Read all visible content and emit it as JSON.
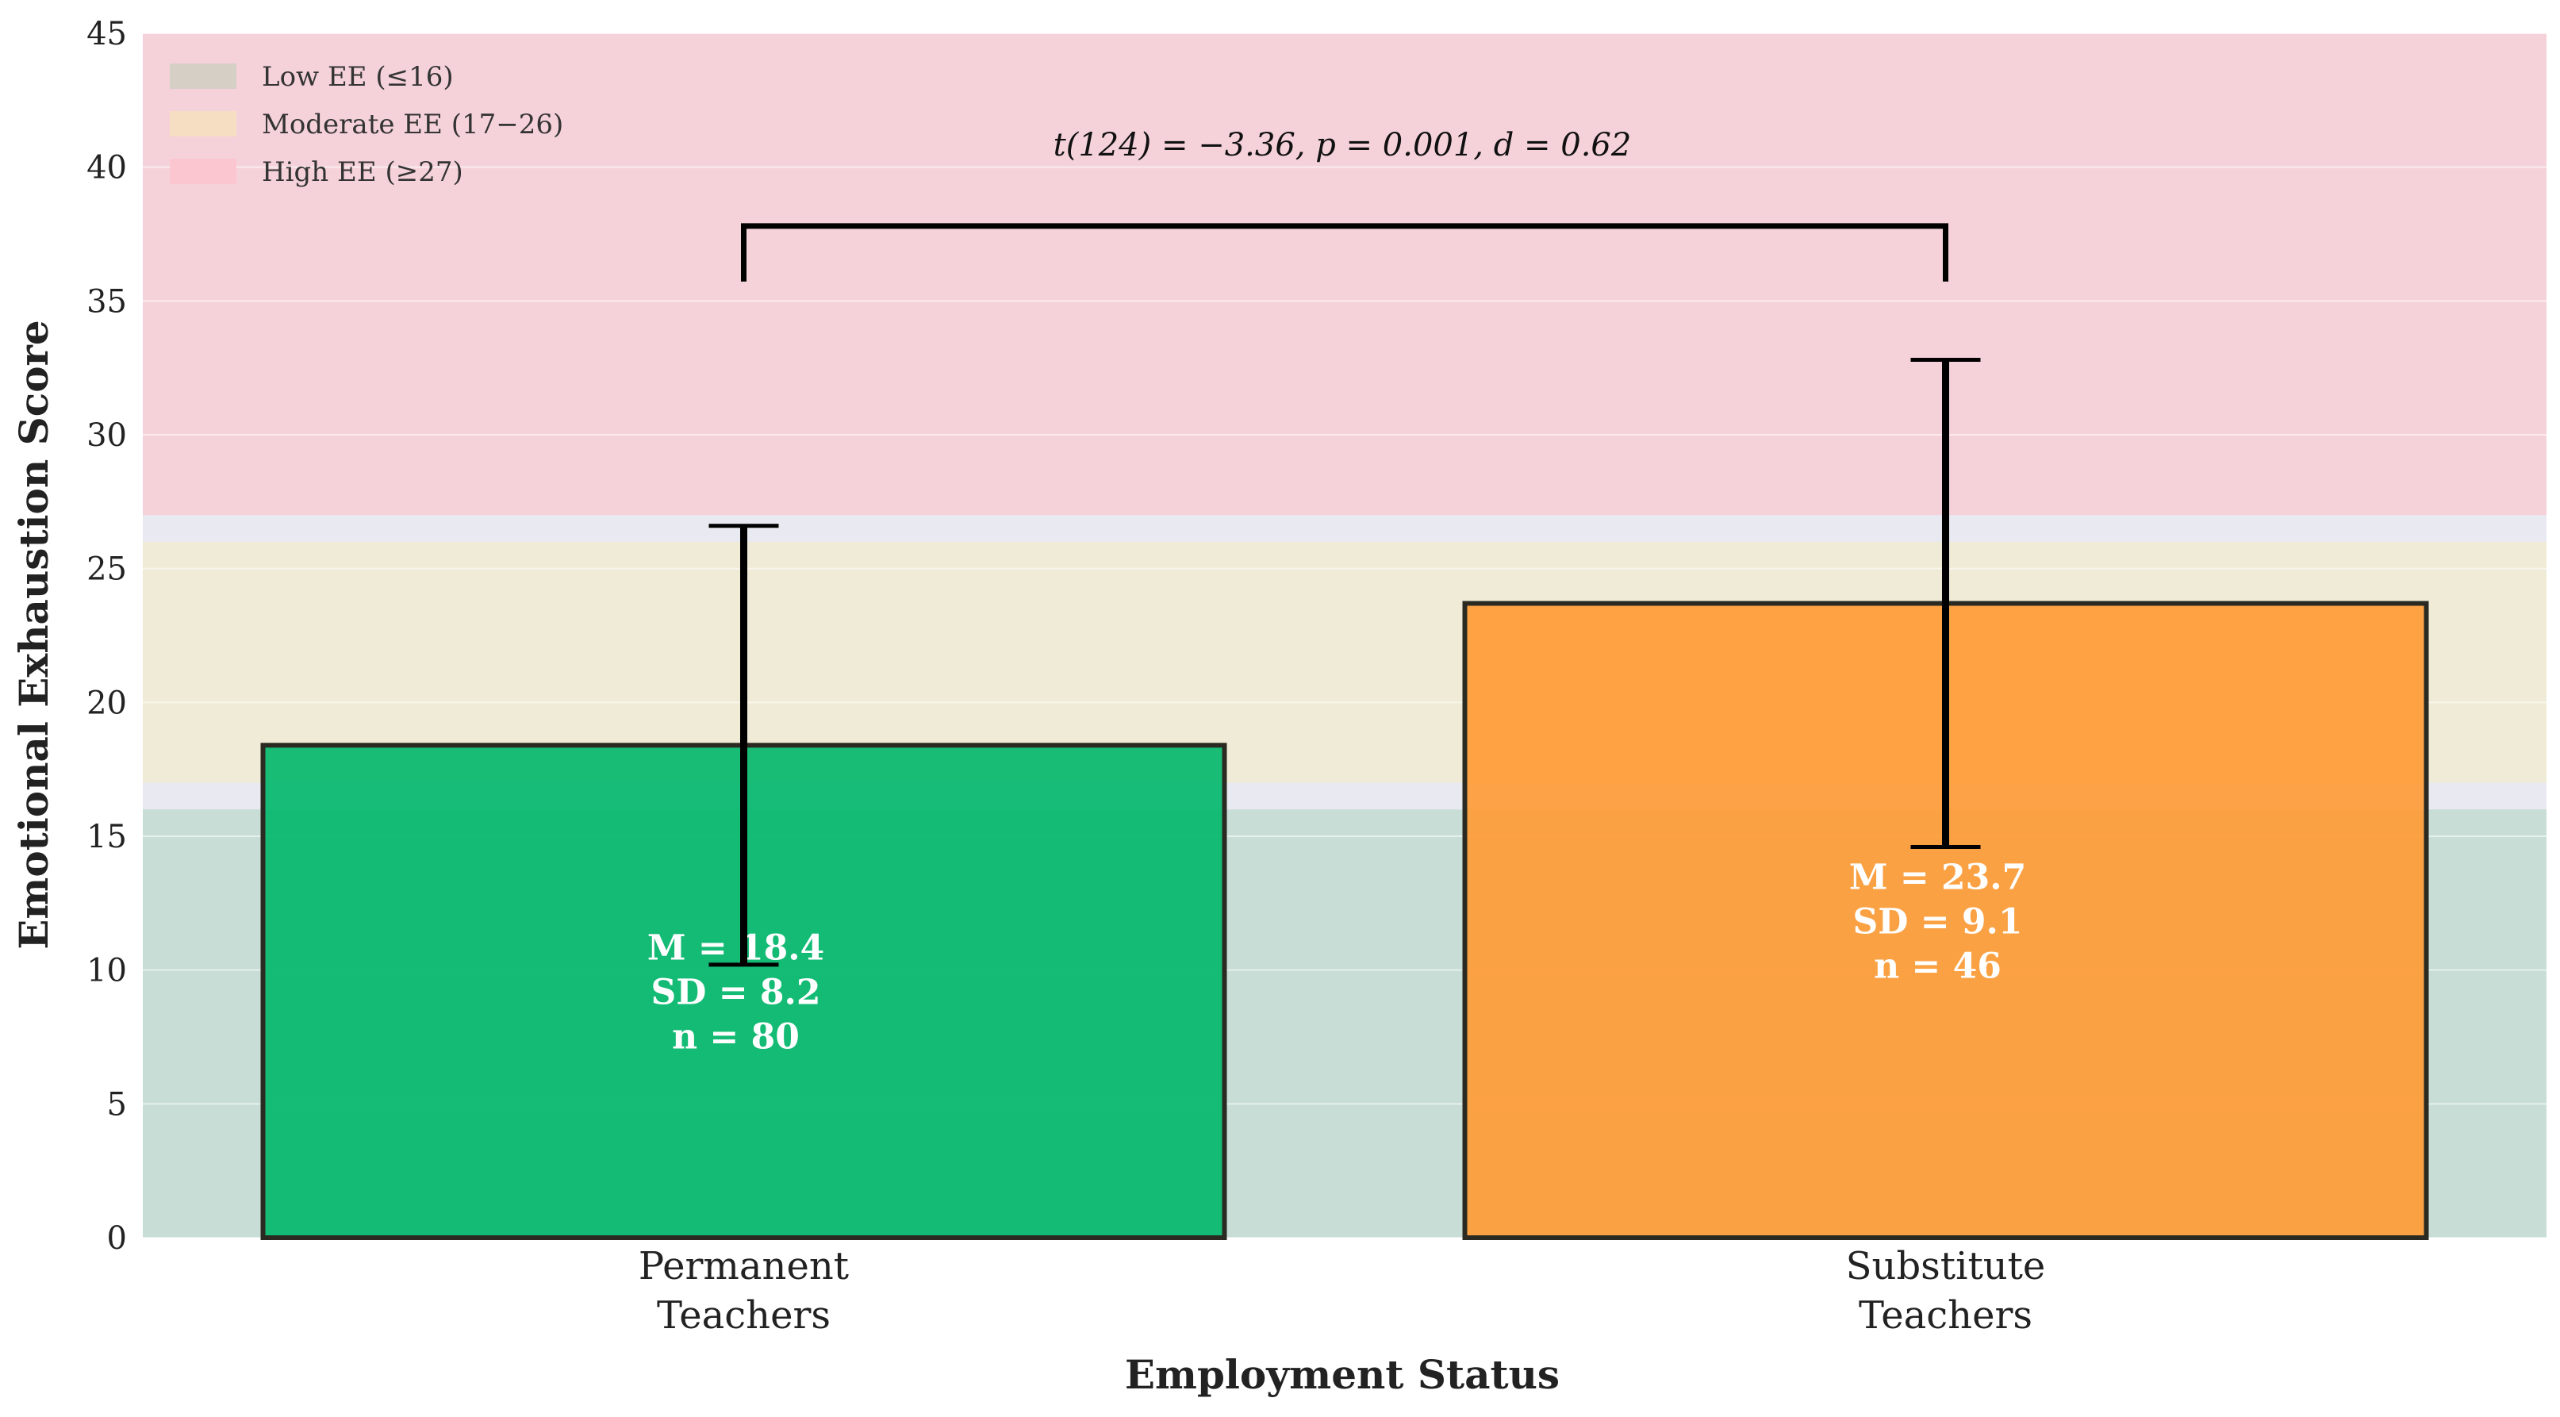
{
  "chart_data": {
    "type": "bar",
    "categories": [
      "Permanent\nTeachers",
      "Substitute\nTeachers"
    ],
    "values": [
      18.4,
      23.7
    ],
    "error_bars": [
      8.2,
      9.1
    ],
    "bar_labels": [
      [
        "M = 18.4",
        "SD = 8.2",
        "n = 80"
      ],
      [
        "M = 23.7",
        "SD = 9.1",
        "n = 46"
      ]
    ],
    "bar_colors": [
      "#00b76a",
      "#ff9a33"
    ],
    "xlabel": "Employment Status",
    "ylabel": "Emotional Exhaustion Score",
    "ylim": [
      0,
      45
    ],
    "yticks": [
      0,
      5,
      10,
      15,
      20,
      25,
      30,
      35,
      40,
      45
    ],
    "grid": true,
    "bands": [
      {
        "label": "Low EE (≤16)",
        "from": 0,
        "to": 16,
        "color": "#c8ddd6"
      },
      {
        "label": "Moderate EE (17−26)",
        "from": 17,
        "to": 26,
        "color": "#efebd6"
      },
      {
        "label": "High EE (≥27)",
        "from": 27,
        "to": 45,
        "color": "#f5d2da"
      }
    ],
    "legend_position": "top-left",
    "annotation": {
      "text": "t(124) = −3.36, p = 0.001, d = 0.62",
      "bracket_y": 37.8
    }
  }
}
